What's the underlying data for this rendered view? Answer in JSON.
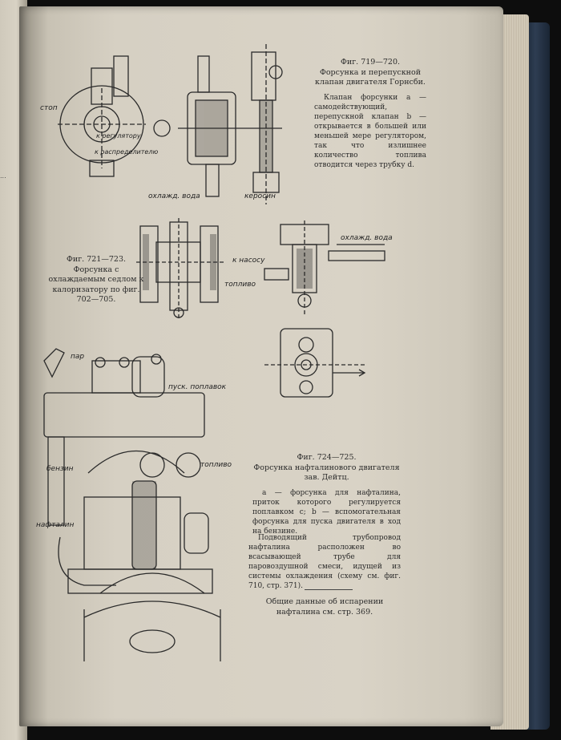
{
  "captions": {
    "fig_719_720": {
      "title": "Фиг. 719—720.",
      "subtitle": "Форсунка и перепускной клапан двигателя Горнсби.",
      "body": "Клапан форсунки a — самодействующий, перепускной клапан b — открывается в большей или меньшей мере регулятором, так что излишнее количество топлива отводится через трубку d."
    },
    "fig_721_723": {
      "title": "Фиг. 721—723.",
      "subtitle": "Форсунка с охлаждаемым седлом к калоризатору по фиг. 702—705."
    },
    "fig_724_725": {
      "title": "Фиг. 724—725.",
      "subtitle": "Форсунка нафталинового двигателя зав. Дейтц.",
      "body": "a — форсунка для нафталина, приток которого регулируется поплавком c; b — вспомогательная форсунка для пуска двигателя в ход на бензине."
    },
    "note_pipes": "Подводящий трубопровод нафталина расположен во всасывающей трубе для паровоздушной смеси, идущей из системы охлаждения (схему см. фиг. 710, стр. 371).",
    "note_evaporation": "Общие данные об испарении нафталина см. стр. 369."
  },
  "labels": {
    "fig719": [
      "стоп",
      "к регулятору",
      "к распределителю",
      "охлажд. вода",
      "керосин"
    ],
    "fig722": [
      "охлажд. вода",
      "к насосу",
      "топливо"
    ],
    "fig724": [
      "пар",
      "пуск. поплавок",
      "бензин",
      "нафталин",
      "топливо"
    ]
  }
}
